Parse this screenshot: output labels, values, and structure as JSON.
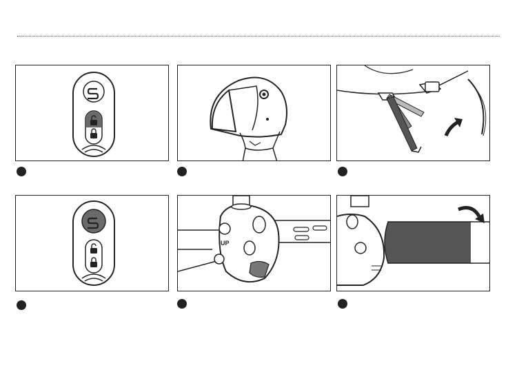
{
  "page": {
    "panels": [
      {
        "name": "panel-key-fob-unlock",
        "icon": "key-fob-unlock-icon"
      },
      {
        "name": "panel-helmet",
        "icon": "helmet-icon"
      },
      {
        "name": "panel-side-stand",
        "icon": "side-stand-icon"
      },
      {
        "name": "panel-key-fob-power",
        "icon": "key-fob-power-icon"
      },
      {
        "name": "panel-handlebar-switch",
        "icon": "handlebar-switch-icon"
      },
      {
        "name": "panel-throttle-twist",
        "icon": "throttle-icon"
      }
    ],
    "switch_label": "UP",
    "colors": {
      "accent_dark": "#555555",
      "fob_button": "#6a6a6a",
      "grip": "#555555"
    }
  }
}
